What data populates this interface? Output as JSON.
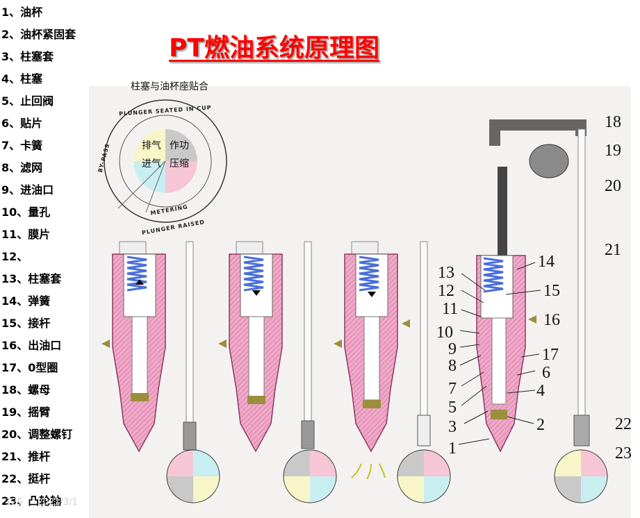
{
  "title": "PT燃油系统原理图",
  "legend": [
    "1、油杯",
    "2、油杯紧固套",
    "3、柱塞套",
    "4、柱塞",
    "5、止回阀",
    "6、贴片",
    "7、卡簧",
    "8、滤网",
    "9、进油口",
    "10、量孔",
    "11、膜片",
    "12、",
    "13、柱塞套",
    "14、弹簧",
    "15、接杆",
    "16、出油口",
    "17、0型圈",
    "18、螺母",
    "19、摇臂",
    "20、调整螺钉",
    "21、推杆",
    "22、挺杆",
    "23、凸轮轴"
  ],
  "cycle": {
    "caption": "柱塞与油杯座贴合",
    "ring_top": "PLUNGER SEATED IN CUP",
    "ring_bottom": "PLUNGER RAISED",
    "ring_left": "BY-PASS",
    "ring_inner": "METERING",
    "q1": "排气",
    "q2": "作功",
    "q3": "进气",
    "q4": "压缩"
  },
  "callouts": [
    "1",
    "2",
    "3",
    "4",
    "5",
    "6",
    "7",
    "8",
    "9",
    "10",
    "11",
    "12",
    "13",
    "14",
    "15",
    "16",
    "17",
    "18",
    "19",
    "20",
    "21",
    "22",
    "23"
  ],
  "footer": {
    "page": "125",
    "date": "2021/3/1"
  },
  "colors": {
    "title": "#ff0000",
    "injector_body": "#f0a8c8",
    "cam_pink": "#f6c6d6",
    "cam_blue": "#c8eef0",
    "cam_yellow": "#f8f6c8",
    "cam_gray": "#c9c9c9",
    "arrow": "#9a8f3a"
  }
}
